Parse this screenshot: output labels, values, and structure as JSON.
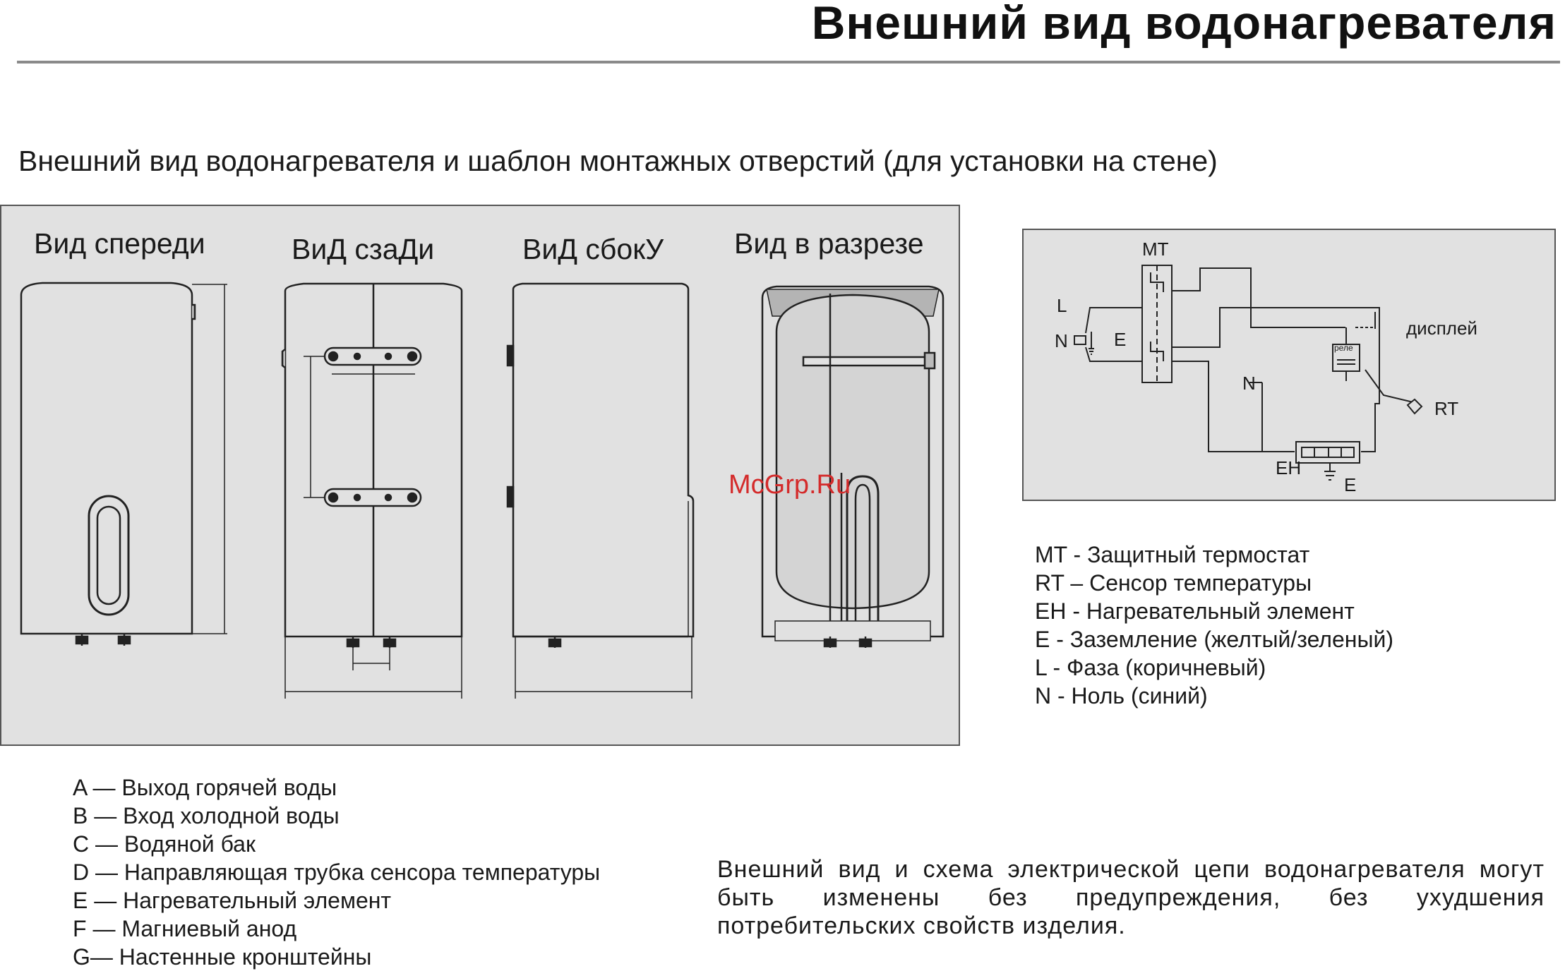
{
  "page": {
    "title": "Внешний вид водонагревателя",
    "subtitle": "Внешний вид  водонагревателя и шаблон монтажных отверстий (для  установки на стене)"
  },
  "views": {
    "front": "Вид спереди",
    "back": "ВиД сзаДи",
    "side": "ВиД сбокУ",
    "section": "Вид в разрезе"
  },
  "circuit": {
    "mt": "MT",
    "l": "L",
    "n": "N",
    "e": "E",
    "display": "дисплей",
    "rele": "реле",
    "n2": "N",
    "rt": "RT",
    "eh": "EH",
    "e2": "E"
  },
  "legend_right": [
    "MT - Защитный термостат",
    "RT – Сенсор температуры",
    "EH - Нагревательный элемент",
    "E - Заземление (желтый/зеленый)",
    "L - Фаза (коричневый)",
    "N - Ноль (синий)"
  ],
  "legend_left": [
    "A — Выход горячей воды",
    "B — Вход холодной воды",
    "C — Водяной бак",
    "D — Направляющая трубка сенсора  температуры",
    "E — Нагревательный элемент",
    "F — Магниевый анод",
    "G— Настенные кронштейны"
  ],
  "note": "Внешний вид  и схема электрической цепи  водонагревателя могут быть  изменены без  предупреждения, без  ухудшения потребительских свойств изделия.",
  "watermark": "McGrp.Ru"
}
